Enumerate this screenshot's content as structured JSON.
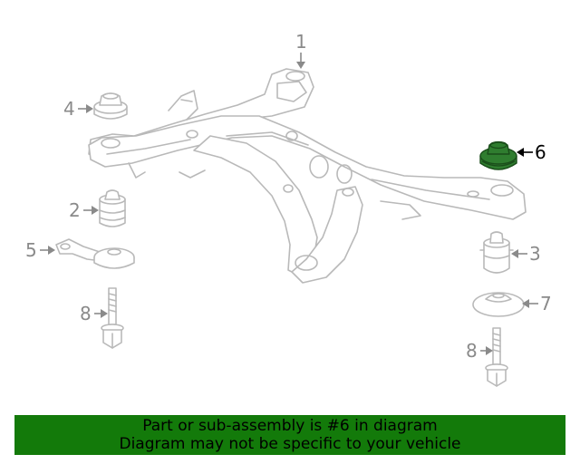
{
  "colors": {
    "banner_bg": "#137a0a",
    "highlight_part": "#2f7d2f",
    "part_outline": "#b9b9b9",
    "callout_text": "#8a8a8a"
  },
  "callouts": {
    "c1": "1",
    "c2": "2",
    "c3": "3",
    "c4": "4",
    "c5": "5",
    "c6": "6",
    "c7": "7",
    "c8a": "8",
    "c8b": "8"
  },
  "banner": {
    "line1": "Part or sub-assembly is #6 in diagram",
    "line2": "Diagram may not be specific to your vehicle"
  },
  "highlighted_part": "6"
}
